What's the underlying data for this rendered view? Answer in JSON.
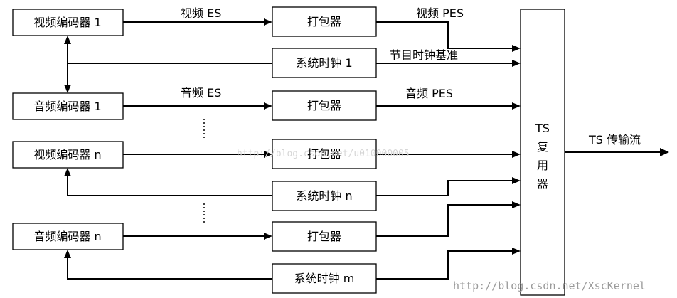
{
  "encoders": {
    "video_1": "视频编码器 1",
    "audio_1": "音频编码器 1",
    "video_n": "视频编码器 n",
    "audio_n": "音频编码器 n"
  },
  "packetizers": {
    "label": "打包器"
  },
  "clocks": {
    "clock_1": "系统时钟 1",
    "clock_n": "系统时钟 n",
    "clock_m": "系统时钟 m"
  },
  "mux": {
    "line1": "TS",
    "line2": "复",
    "line3": "用",
    "line4": "器"
  },
  "edge_labels": {
    "video_es": "视频 ES",
    "video_pes": "视频 PES",
    "program_clock_ref": "节目时钟基准",
    "audio_es": "音频 ES",
    "audio_pes": "音频 PES",
    "ts_stream": "TS 传输流"
  },
  "watermarks": {
    "center": "http://blog.csdn.net/u010000005",
    "bottom_right": "http://blog.csdn.net/XscKernel"
  }
}
